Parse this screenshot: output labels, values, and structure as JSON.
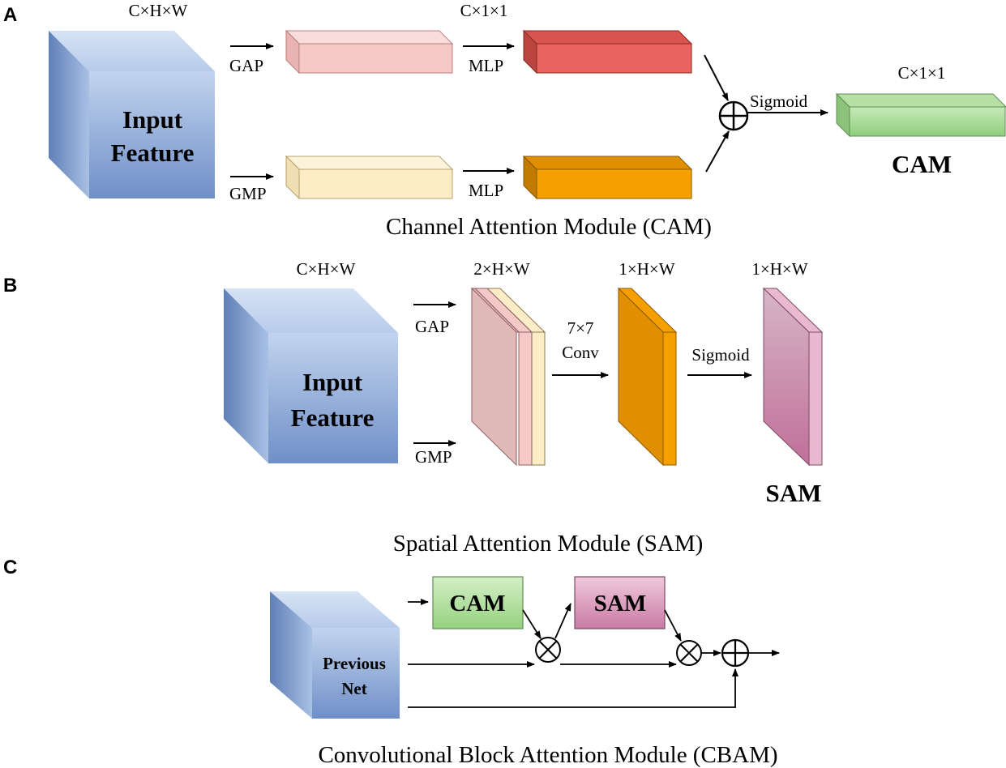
{
  "panels": {
    "a": {
      "letter": "A",
      "input_dim": "C×H×W",
      "input_label_line1": "Input",
      "input_label_line2": "Feature",
      "gap": "GAP",
      "gmp": "GMP",
      "mlp_top": "MLP",
      "mlp_bottom": "MLP",
      "mlp_dim": "C×1×1",
      "sigmoid": "Sigmoid",
      "output_dim": "C×1×1",
      "output_name": "CAM",
      "title": "Channel Attention Module (CAM)"
    },
    "b": {
      "letter": "B",
      "input_dim": "C×H×W",
      "input_label_line1": "Input",
      "input_label_line2": "Feature",
      "gap": "GAP",
      "gmp": "GMP",
      "concat_dim": "2×H×W",
      "conv_line1": "7×7",
      "conv_line2": "Conv",
      "conv_dim": "1×H×W",
      "sigmoid": "Sigmoid",
      "output_dim": "1×H×W",
      "output_name": "SAM",
      "title": "Spatial Attention Module (SAM)"
    },
    "c": {
      "letter": "C",
      "input_label_line1": "Previous",
      "input_label_line2": "Net",
      "cam": "CAM",
      "sam": "SAM",
      "title": "Convolutional Block Attention Module (CBAM)"
    }
  },
  "colors": {
    "input_cube": "#7f9fd1",
    "pink_bar": "#f6c9c9",
    "cream_bar": "#fcedc6",
    "red_bar": "#e8655f",
    "orange_bar": "#f5a000",
    "green_bar": "#9ed590",
    "sam_map": "#c87fa8"
  }
}
